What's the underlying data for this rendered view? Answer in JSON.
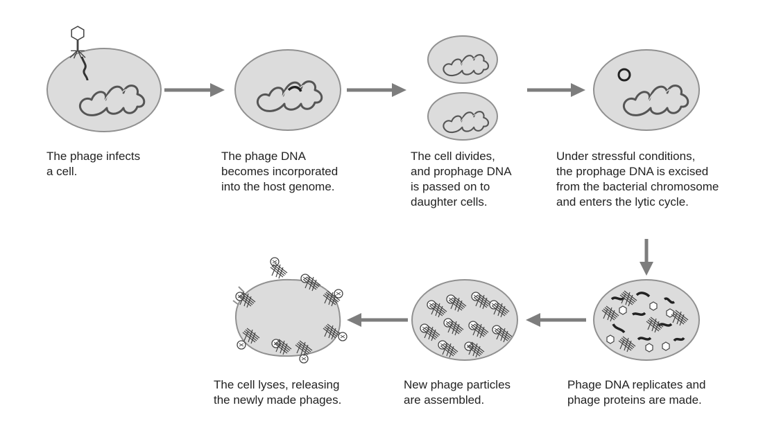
{
  "colors": {
    "cell_fill": "#dcdcdc",
    "cell_stroke": "#909090",
    "dna": "#555555",
    "arrow": "#7d7d7d",
    "text": "#222222"
  },
  "steps": [
    {
      "id": "infect",
      "lines": [
        "The phage infects",
        "a cell."
      ]
    },
    {
      "id": "integrate",
      "lines": [
        "The phage DNA",
        "becomes incorporated",
        "into the host genome."
      ]
    },
    {
      "id": "divide",
      "lines": [
        "The cell divides,",
        "and prophage DNA",
        "is passed on to",
        "daughter cells."
      ]
    },
    {
      "id": "excise",
      "lines": [
        "Under stressful conditions,",
        "the prophage DNA is excised",
        "from the bacterial chromosome",
        "and enters the lytic cycle."
      ]
    },
    {
      "id": "replicate",
      "lines": [
        "Phage DNA replicates and",
        "phage proteins are made."
      ]
    },
    {
      "id": "assemble",
      "lines": [
        "New phage particles",
        "are assembled."
      ]
    },
    {
      "id": "lyse",
      "lines": [
        "The cell lyses, releasing",
        "the newly made phages."
      ]
    }
  ]
}
